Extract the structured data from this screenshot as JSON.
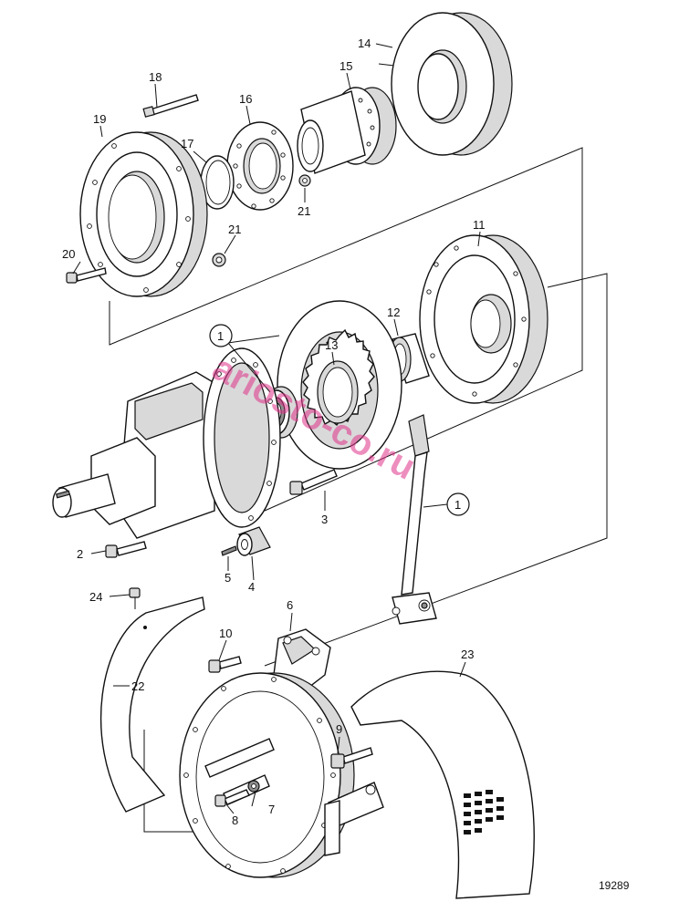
{
  "callouts": [
    {
      "id": "c14",
      "text": "14"
    },
    {
      "id": "c15",
      "text": "15"
    },
    {
      "id": "c16",
      "text": "16"
    },
    {
      "id": "c17",
      "text": "17"
    },
    {
      "id": "c18",
      "text": "18"
    },
    {
      "id": "c19",
      "text": "19"
    },
    {
      "id": "c20",
      "text": "20"
    },
    {
      "id": "c21a",
      "text": "21"
    },
    {
      "id": "c21b",
      "text": "21"
    },
    {
      "id": "c11",
      "text": "11"
    },
    {
      "id": "c12",
      "text": "12"
    },
    {
      "id": "c13",
      "text": "13"
    },
    {
      "id": "c1a",
      "text": "1"
    },
    {
      "id": "c1b",
      "text": "1"
    },
    {
      "id": "c2",
      "text": "2"
    },
    {
      "id": "c3",
      "text": "3"
    },
    {
      "id": "c4",
      "text": "4"
    },
    {
      "id": "c5",
      "text": "5"
    },
    {
      "id": "c6",
      "text": "6"
    },
    {
      "id": "c7",
      "text": "7"
    },
    {
      "id": "c8",
      "text": "8"
    },
    {
      "id": "c9",
      "text": "9"
    },
    {
      "id": "c10",
      "text": "10"
    },
    {
      "id": "c22",
      "text": "22"
    },
    {
      "id": "c23",
      "text": "23"
    },
    {
      "id": "c24",
      "text": "24"
    }
  ],
  "figure_number": "19289",
  "watermark": "ariosto-co.ru",
  "colors": {
    "line": "#111111",
    "shade": "#d9d9d9",
    "watermark": "#e0338a"
  }
}
